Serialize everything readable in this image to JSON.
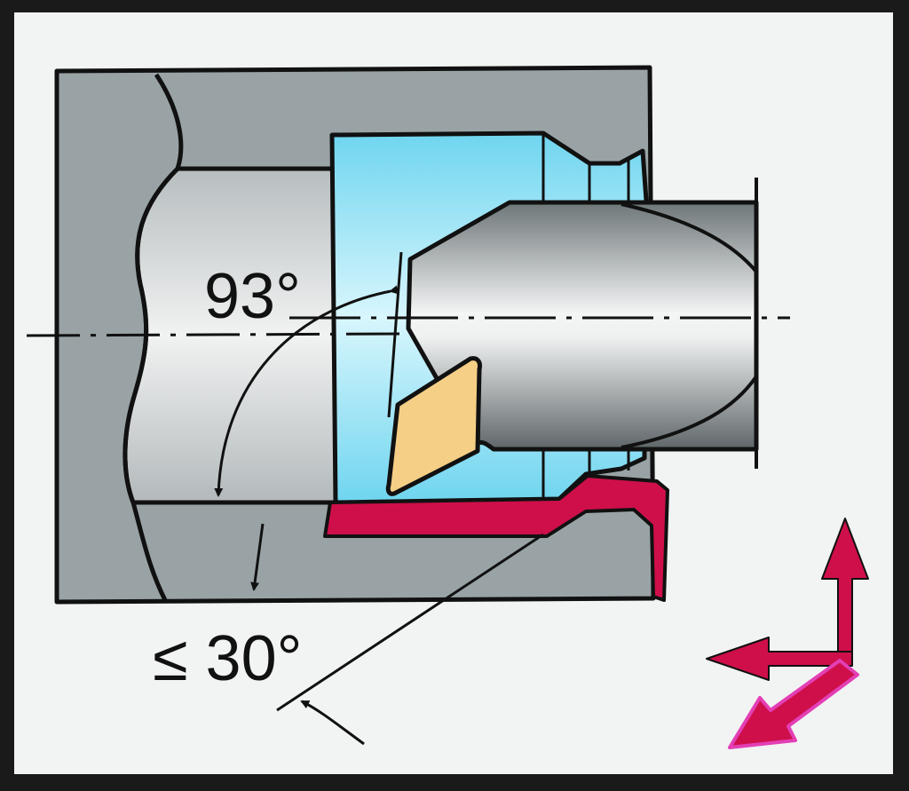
{
  "diagram": {
    "angles": {
      "approach_angle": "93°",
      "ramp_angle": "≤ 30°"
    },
    "colors": {
      "frame": "#1a1a1a",
      "background": "#f2f3f3",
      "workpiece": "#99a3a6",
      "bore": "#d4d8da",
      "cavity": "#7fdcf2",
      "holder": "#a9b0b3",
      "insert": "#f5cf86",
      "machined_profile": "#cf0f4a",
      "feed_arrows": "#cf0f4a",
      "ramp_arrow": "#e33fb5"
    },
    "icons": [
      "axial-feed-arrow",
      "radial-feed-arrow",
      "ramping-feed-arrow"
    ]
  }
}
